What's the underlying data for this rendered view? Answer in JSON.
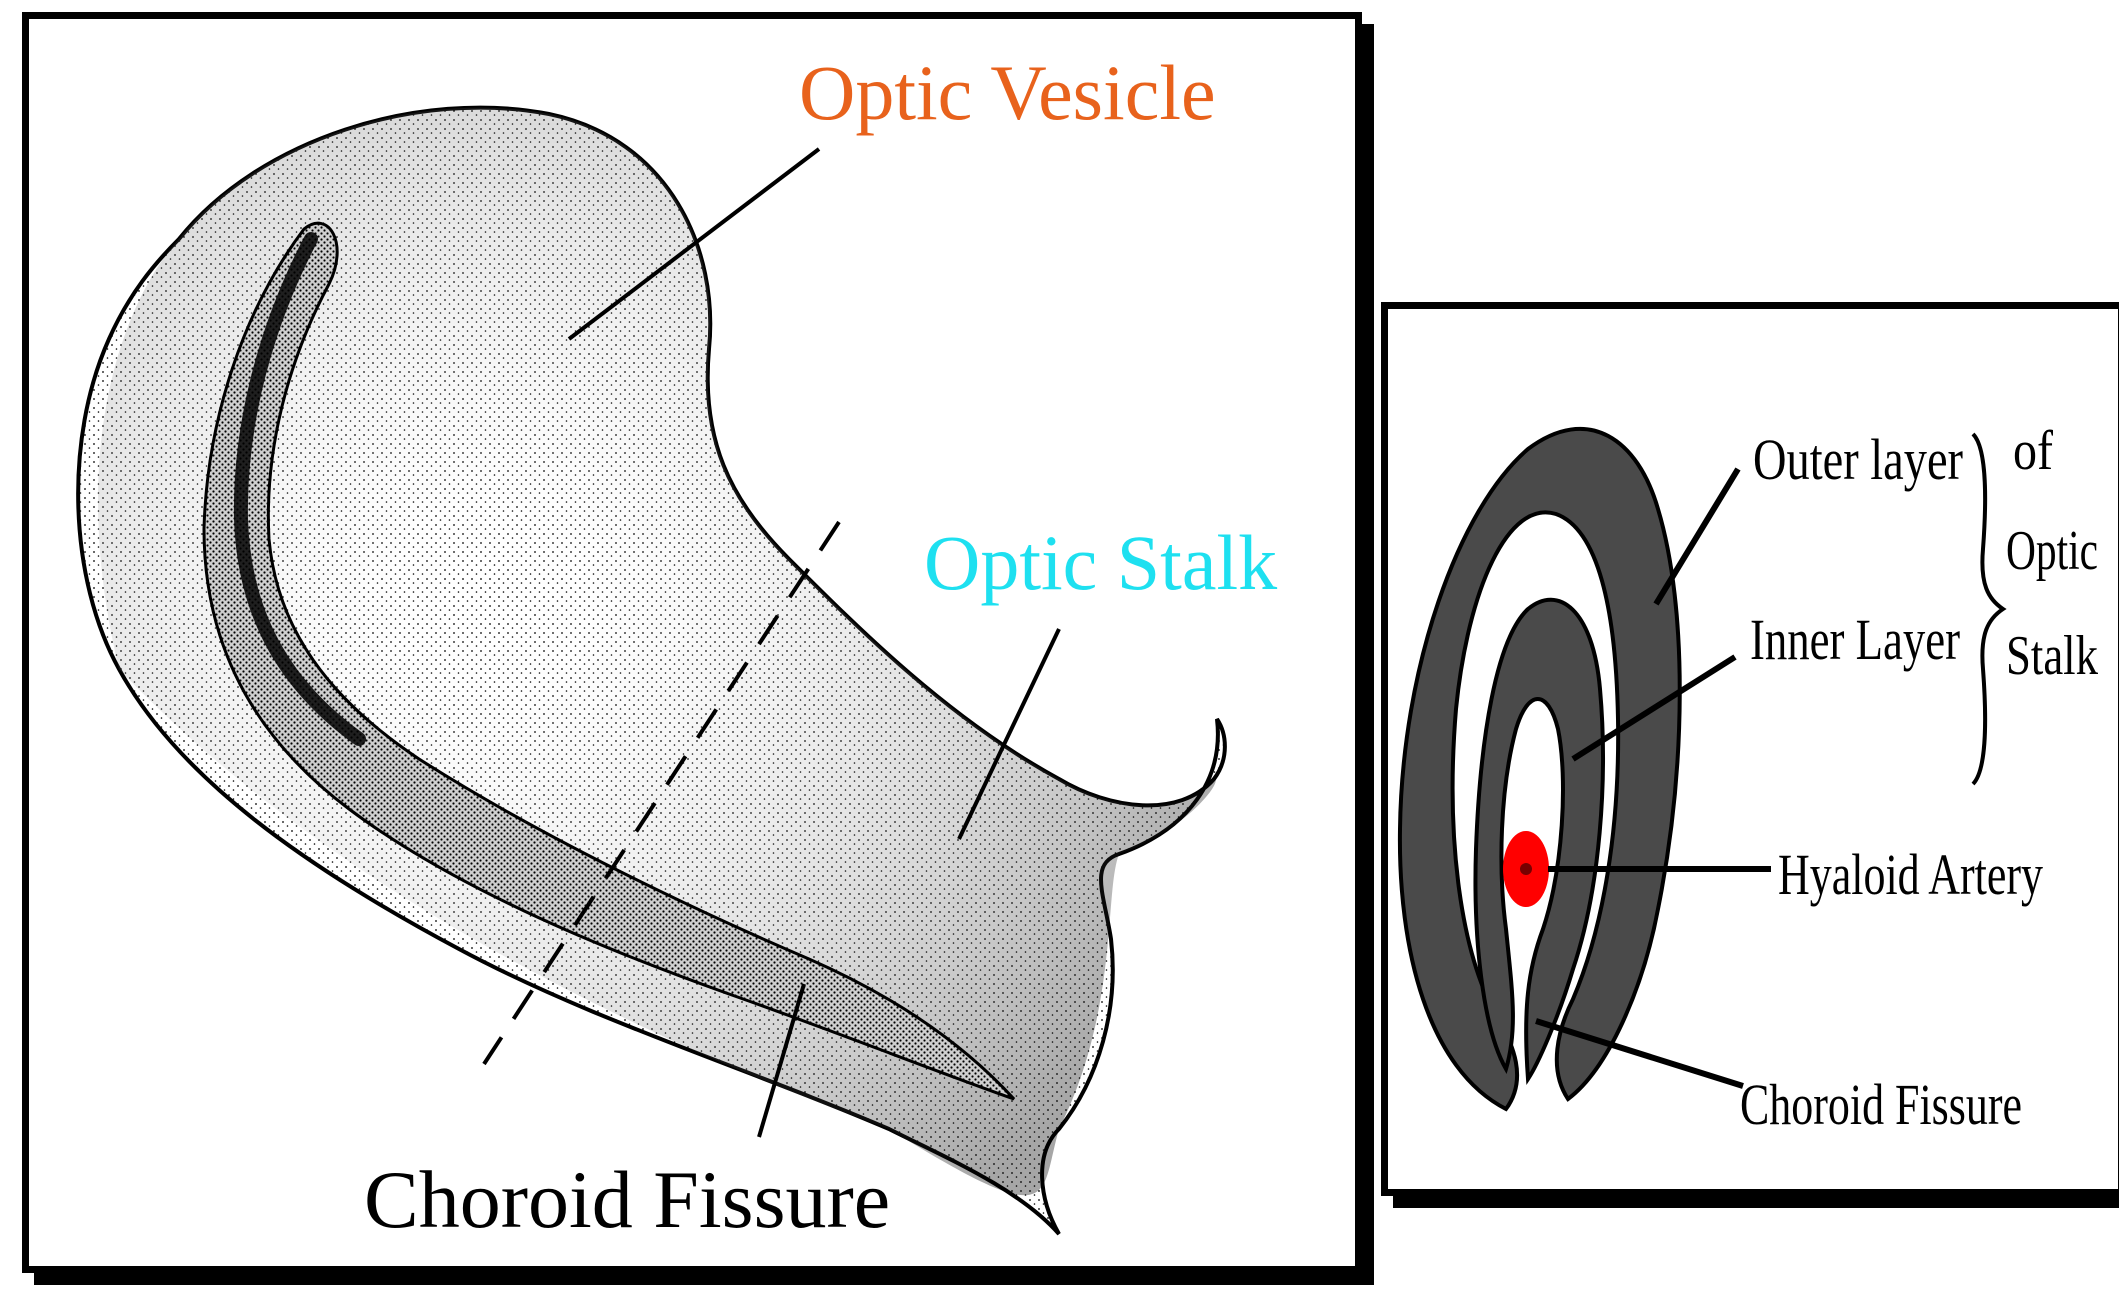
{
  "left_diagram": {
    "labels": {
      "optic_vesicle": "Optic Vesicle",
      "optic_stalk": "Optic Stalk",
      "choroid_fissure": "Choroid Fissure"
    },
    "colors": {
      "optic_vesicle": "#e8621c",
      "optic_stalk": "#1ee0f0",
      "choroid_fissure": "#000000"
    }
  },
  "right_diagram": {
    "labels": {
      "outer_layer": "Outer layer",
      "inner_layer": "Inner Layer",
      "brace_of": "of",
      "brace_optic": "Optic",
      "brace_stalk": "Stalk",
      "hyaloid_artery": "Hyaloid Artery",
      "choroid_fissure": "Choroid Fissure"
    },
    "colors": {
      "layer_fill": "#4a4a4a",
      "hyaloid_artery": "#ff0000"
    }
  }
}
